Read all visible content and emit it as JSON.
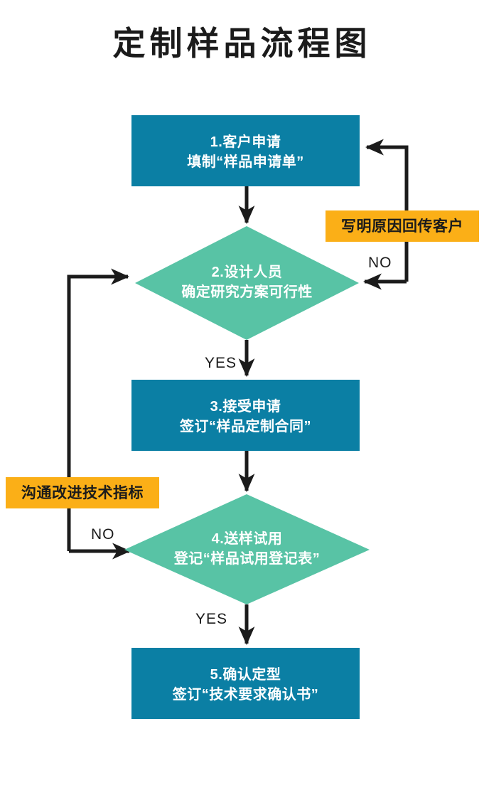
{
  "page": {
    "title": "定制样品流程图",
    "background": "#ffffff"
  },
  "palette": {
    "process_fill": "#0B7FA4",
    "decision_fill": "#58C3A5",
    "note_fill": "#FBAF17",
    "line": "#1b1b1b",
    "node_text": "#ffffff",
    "label_text": "#1b1b1b"
  },
  "chart_data": {
    "type": "diagram",
    "title": "定制样品流程图",
    "nodes": [
      {
        "id": "n1",
        "shape": "rect",
        "index": "1",
        "line1": "1.客户申请",
        "line2": "填制“样品申请单”",
        "fill": "#0B7FA4"
      },
      {
        "id": "n2",
        "shape": "diamond",
        "index": "2",
        "line1": "2.设计人员",
        "line2": "确定研究方案可行性",
        "fill": "#58C3A5"
      },
      {
        "id": "n3",
        "shape": "rect",
        "index": "3",
        "line1": "3.接受申请",
        "line2": "签订“样品定制合同”",
        "fill": "#0B7FA4"
      },
      {
        "id": "n4",
        "shape": "diamond",
        "index": "4",
        "line1": "4.送样试用",
        "line2": "登记“样品试用登记表”",
        "fill": "#58C3A5"
      },
      {
        "id": "n5",
        "shape": "rect",
        "index": "5",
        "line1": "5.确认定型",
        "line2": "签订“技术要求确认书”",
        "fill": "#0B7FA4"
      }
    ],
    "notes": [
      {
        "id": "note_right",
        "text": "写明原因回传客户",
        "fill": "#FBAF17"
      },
      {
        "id": "note_left",
        "text": "沟通改进技术指标",
        "fill": "#FBAF17"
      }
    ],
    "edges": [
      {
        "from": "n1",
        "to": "n2",
        "label": ""
      },
      {
        "from": "n2",
        "to": "n3",
        "label": "YES"
      },
      {
        "from": "n2",
        "to": "n1",
        "label": "NO"
      },
      {
        "from": "n3",
        "to": "n4",
        "label": ""
      },
      {
        "from": "n4",
        "to": "n5",
        "label": "YES"
      },
      {
        "from": "n4",
        "to": "n2",
        "label": "NO"
      }
    ],
    "edge_labels": {
      "yes_top": "YES",
      "yes_bottom": "YES",
      "no_right": "NO",
      "no_left": "NO"
    }
  }
}
